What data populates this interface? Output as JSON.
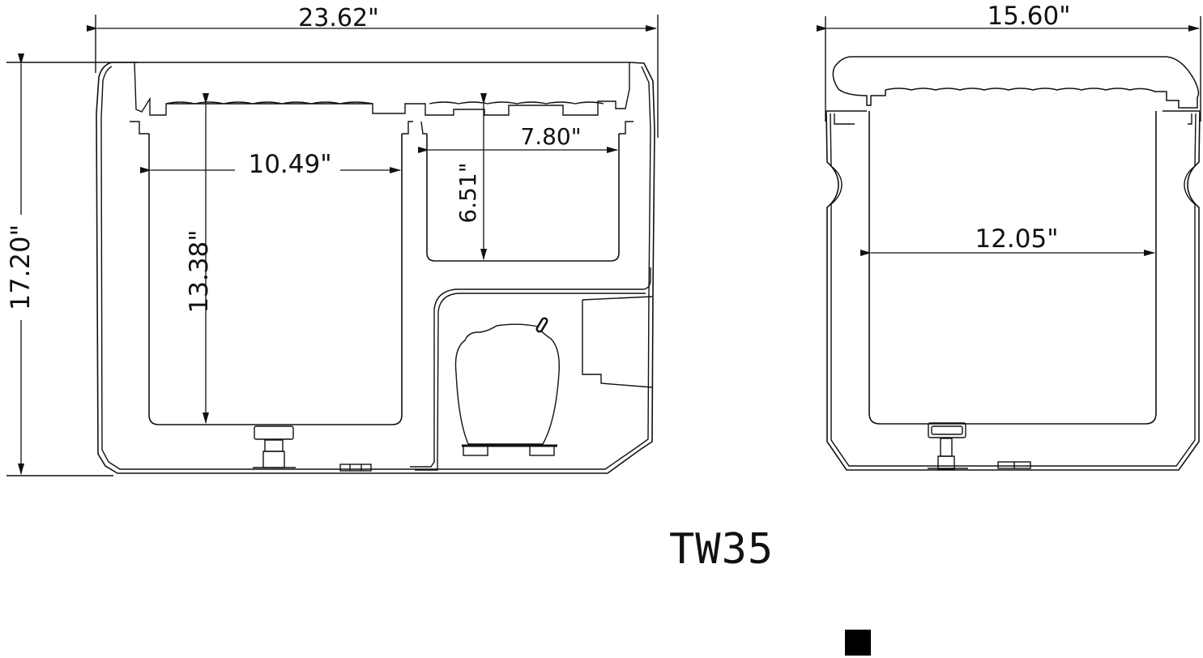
{
  "model": "TW35",
  "side_view": {
    "overall_length": "23.62\"",
    "overall_height": "17.20\"",
    "large_compartment_width": "10.49\"",
    "large_compartment_depth": "13.38\"",
    "small_compartment_width": "7.80\"",
    "small_compartment_depth": "6.51\""
  },
  "end_view": {
    "overall_width": "15.60\"",
    "inner_width": "12.05\""
  },
  "colors": {
    "line": "#111111",
    "background": "#ffffff"
  }
}
